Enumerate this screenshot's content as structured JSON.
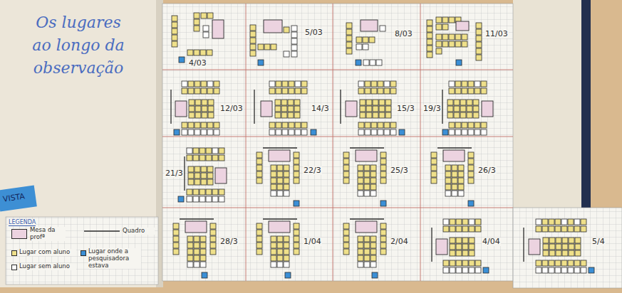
{
  "diagram": {
    "title": "Os lugares ao longo da observação",
    "labels": [
      "4/03",
      "5/03",
      "8/03",
      "11/03",
      "12/03",
      "14/3",
      "15/3",
      "19/3",
      "21/3",
      "22/3",
      "25/3",
      "26/3",
      "28/3",
      "1/04",
      "2/04",
      "4/04",
      "5/4",
      "VISTA",
      "LEGENDA"
    ],
    "legend": [
      {
        "text": "Mesa da profª",
        "color": "#ecd3e0"
      },
      {
        "text": "Quadro"
      },
      {
        "text": "Lugar com aluno",
        "color": "#efe08a"
      },
      {
        "text": "Lugar onde a pesquisadora estava",
        "color": "#3b8fd6"
      },
      {
        "text": "Lugar sem aluno",
        "color": "#ffffff"
      }
    ]
  }
}
